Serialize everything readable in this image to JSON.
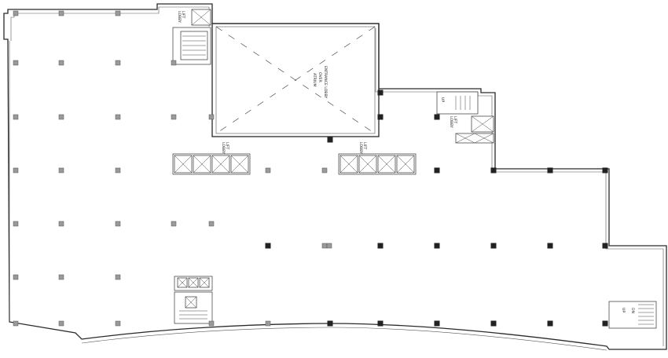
{
  "drawing": {
    "atrium_label": [
      "ENTRANCE LOBBY",
      "OVER",
      "ATRIUM"
    ],
    "lift_lobby_label": [
      "LIFT",
      "LOBBY"
    ],
    "up_label": "UP",
    "dn_label": "DN"
  }
}
